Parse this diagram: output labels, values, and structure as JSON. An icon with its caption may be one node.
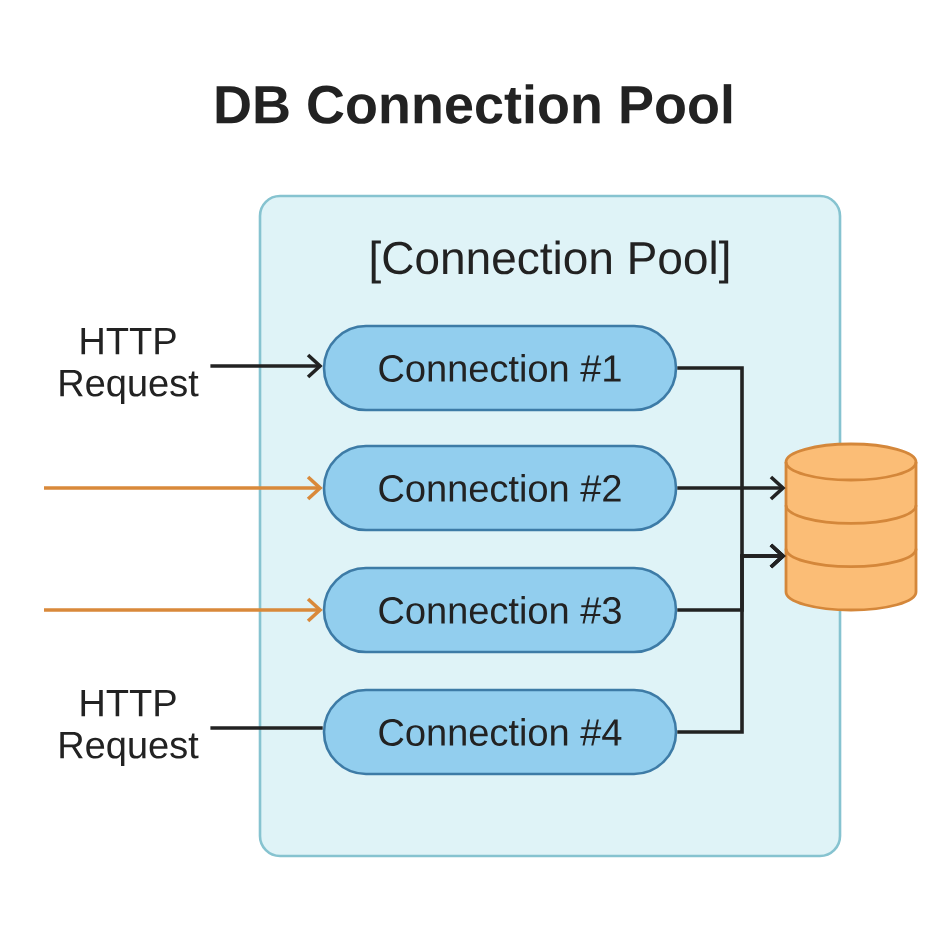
{
  "diagram": {
    "title": "DB Connection Pool",
    "nodes": [
      {
        "text": [
          "[Connection Pool]"
        ]
      },
      {
        "text": [
          "HTTP Request"
        ]
      },
      {
        "text": [
          "Connection #1"
        ],
        "in": 0
      },
      {
        "text": [
          "Connection #2"
        ],
        "in": 0
      },
      {
        "text": [
          "Connection #3"
        ],
        "in": 0
      },
      {
        "text": [
          "Connection #4"
        ],
        "in": 0
      },
      {
        "text": [
          "HTTP Request"
        ]
      },
      {
        "text": [],
        "shape": "cylinder"
      }
    ],
    "edges": [
      {
        "from": 1,
        "to": 2,
        "arrow": "to"
      },
      {
        "from": null,
        "to": 3,
        "arrow": "to",
        "color": "#d9893a"
      },
      {
        "from": null,
        "to": 4,
        "arrow": "to",
        "color": "#d9893a"
      },
      {
        "from": 6,
        "to": 5,
        "arrow": "none"
      },
      {
        "from": 2,
        "to": 7,
        "arrow": "to"
      },
      {
        "from": 3,
        "to": 7,
        "arrow": "to"
      },
      {
        "from": 4,
        "to": 7,
        "arrow": "to"
      },
      {
        "from": 5,
        "to": 7,
        "arrow": "to"
      }
    ]
  }
}
